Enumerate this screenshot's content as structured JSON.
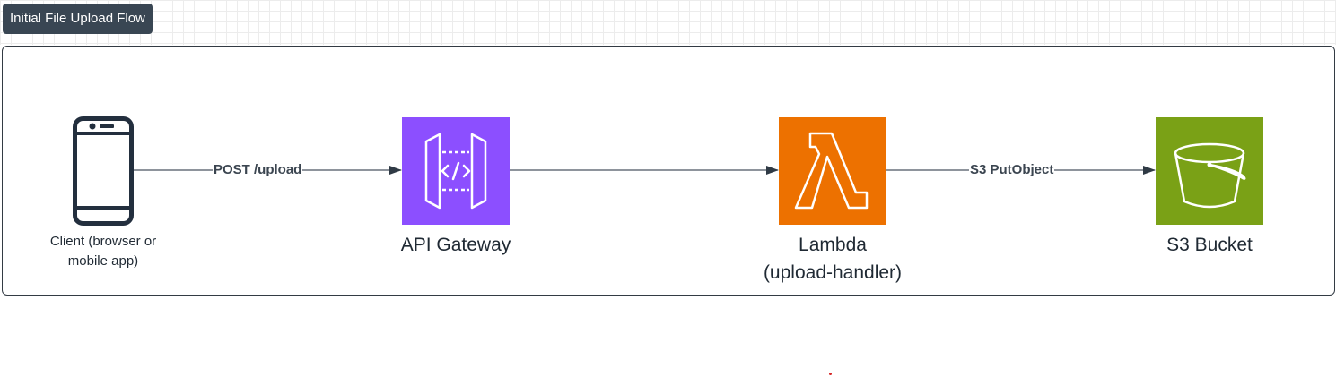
{
  "title": "Initial File Upload Flow",
  "colors": {
    "title_bg": "#394653",
    "api_gateway": "#8C4FFF",
    "lambda": "#ED7100",
    "s3": "#7AA116",
    "stroke": "#232f3e"
  },
  "nodes": {
    "client": {
      "label": "Client (browser or mobile app)",
      "icon": "mobile-phone-icon"
    },
    "api_gateway": {
      "label": "API Gateway",
      "icon": "api-gateway-icon"
    },
    "lambda": {
      "label_line1": "Lambda",
      "label_line2": "(upload-handler)",
      "icon": "lambda-icon"
    },
    "s3": {
      "label": "S3 Bucket",
      "icon": "s3-bucket-icon"
    }
  },
  "edges": [
    {
      "from": "client",
      "to": "api_gateway",
      "label": "POST /upload"
    },
    {
      "from": "api_gateway",
      "to": "lambda",
      "label": ""
    },
    {
      "from": "lambda",
      "to": "s3",
      "label": "S3 PutObject"
    }
  ]
}
